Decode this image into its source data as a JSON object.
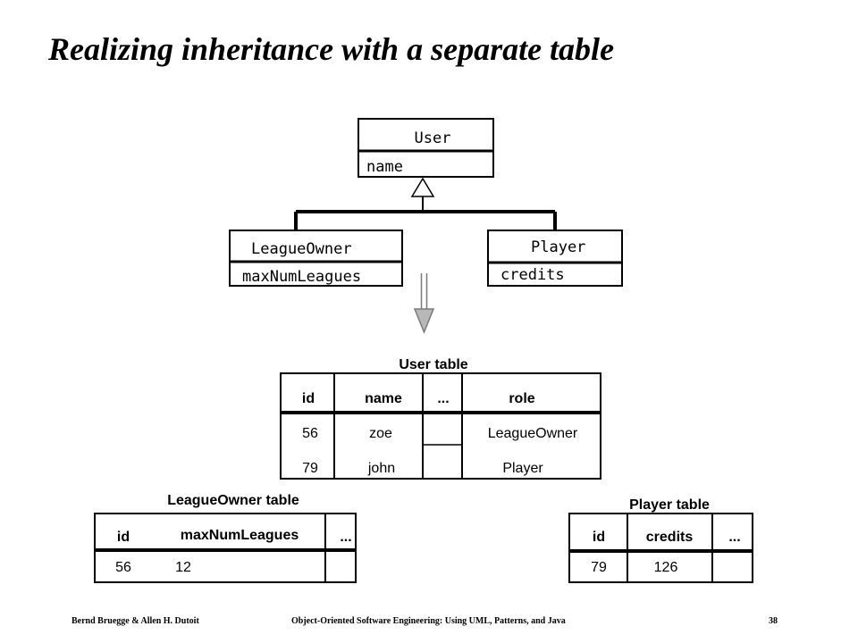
{
  "title": "Realizing inheritance with a separate table",
  "uml": {
    "superclass": {
      "name": "User",
      "attribute": "name"
    },
    "subclasses": [
      {
        "name": "LeagueOwner",
        "attribute": "maxNumLeagues"
      },
      {
        "name": "Player",
        "attribute": "credits"
      }
    ]
  },
  "tables": {
    "user": {
      "caption": "User table",
      "columns": [
        "id",
        "name",
        "...",
        "role"
      ],
      "rows": [
        [
          "56",
          "zoe",
          "",
          "LeagueOwner"
        ],
        [
          "79",
          "john",
          "",
          "Player"
        ]
      ]
    },
    "league_owner": {
      "caption": "LeagueOwner table",
      "columns": [
        "id",
        "maxNumLeagues",
        "..."
      ],
      "rows": [
        [
          "56",
          "12",
          ""
        ]
      ]
    },
    "player": {
      "caption": "Player table",
      "columns": [
        "id",
        "credits",
        "..."
      ],
      "rows": [
        [
          "79",
          "126",
          ""
        ]
      ]
    }
  },
  "footer": {
    "authors": "Bernd Bruegge & Allen H. Dutoit",
    "book": "Object-Oriented Software Engineering: Using UML, Patterns, and Java",
    "page": "38"
  }
}
